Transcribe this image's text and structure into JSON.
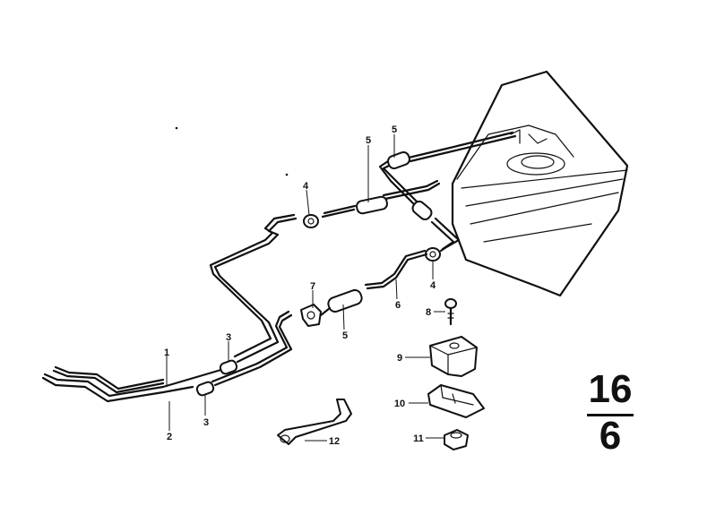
{
  "diagram": {
    "group_number": "16",
    "subgroup_number": "6",
    "callouts": [
      {
        "id": "c1",
        "label": "1"
      },
      {
        "id": "c2",
        "label": "2"
      },
      {
        "id": "c3a",
        "label": "3"
      },
      {
        "id": "c3b",
        "label": "3"
      },
      {
        "id": "c4a",
        "label": "4"
      },
      {
        "id": "c4b",
        "label": "4"
      },
      {
        "id": "c5a",
        "label": "5"
      },
      {
        "id": "c5b",
        "label": "5"
      },
      {
        "id": "c5c",
        "label": "5"
      },
      {
        "id": "c6",
        "label": "6"
      },
      {
        "id": "c7",
        "label": "7"
      },
      {
        "id": "c8",
        "label": "8"
      },
      {
        "id": "c9",
        "label": "9"
      },
      {
        "id": "c10",
        "label": "10"
      },
      {
        "id": "c11",
        "label": "11"
      },
      {
        "id": "c12",
        "label": "12"
      }
    ]
  }
}
